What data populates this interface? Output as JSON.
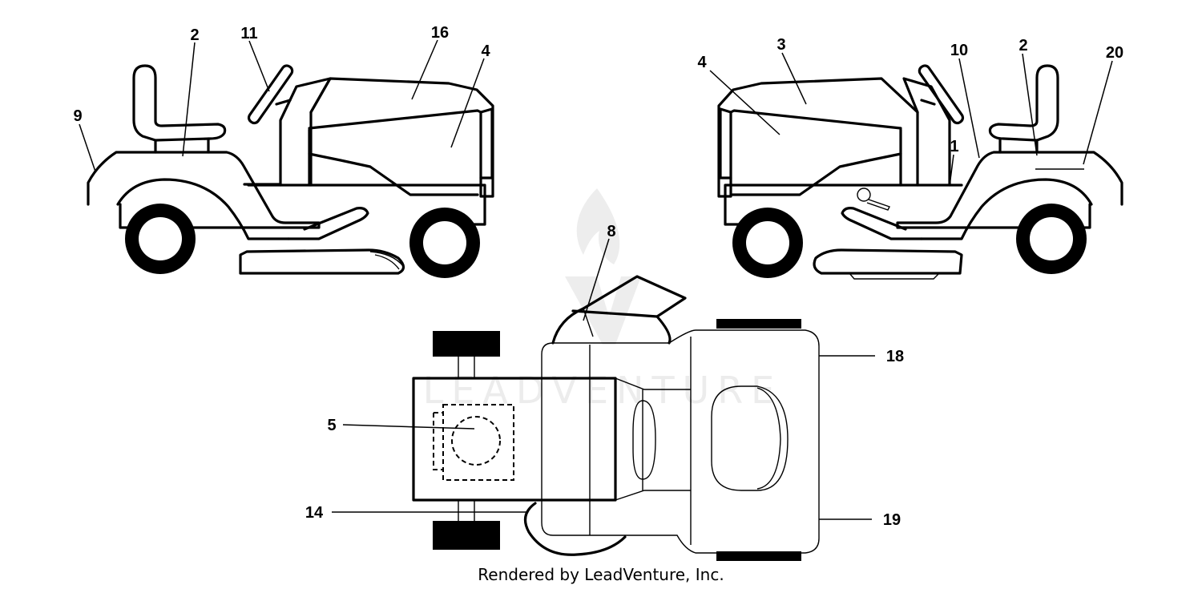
{
  "callouts": {
    "c1": "1",
    "c2": "2",
    "c3": "3",
    "c4": "4",
    "c5": "5",
    "c8": "8",
    "c9": "9",
    "c10": "10",
    "c11": "11",
    "c14": "14",
    "c16": "16",
    "c18": "18",
    "c19": "19",
    "c20": "20"
  },
  "watermark": {
    "text": "LEADVENTURE"
  },
  "footer": {
    "rendered_by": "Rendered by LeadVenture, Inc."
  }
}
